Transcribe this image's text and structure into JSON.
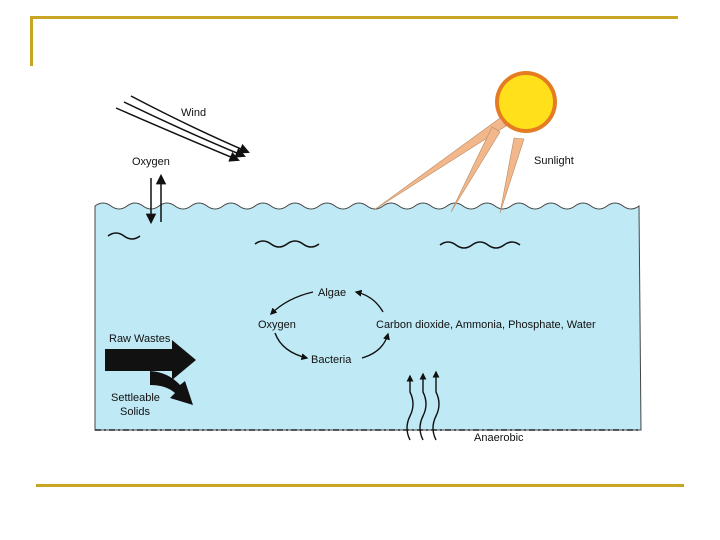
{
  "colors": {
    "frame": "#c8a522",
    "water": "#bfe9f5",
    "sun": "#ffe01a",
    "sun_rim": "#e57c22",
    "ray": "#f2b78a",
    "ink": "#111111"
  },
  "labels": {
    "wind": "Wind",
    "oxygen_top": "Oxygen",
    "sunlight": "Sunlight",
    "algae": "Algae",
    "oxygen_cycle": "Oxygen",
    "co2_group": "Carbon dioxide, Ammonia, Phosphate, Water",
    "bacteria": "Bacteria",
    "raw_wastes": "Raw Wastes",
    "settleable_line1": "Settleable",
    "settleable_line2": "Solids",
    "anaerobic": "Anaerobic"
  },
  "icons": {
    "sun": "sun-icon",
    "wind": "wind-arrows-icon",
    "waste": "waste-arrow-icon"
  }
}
